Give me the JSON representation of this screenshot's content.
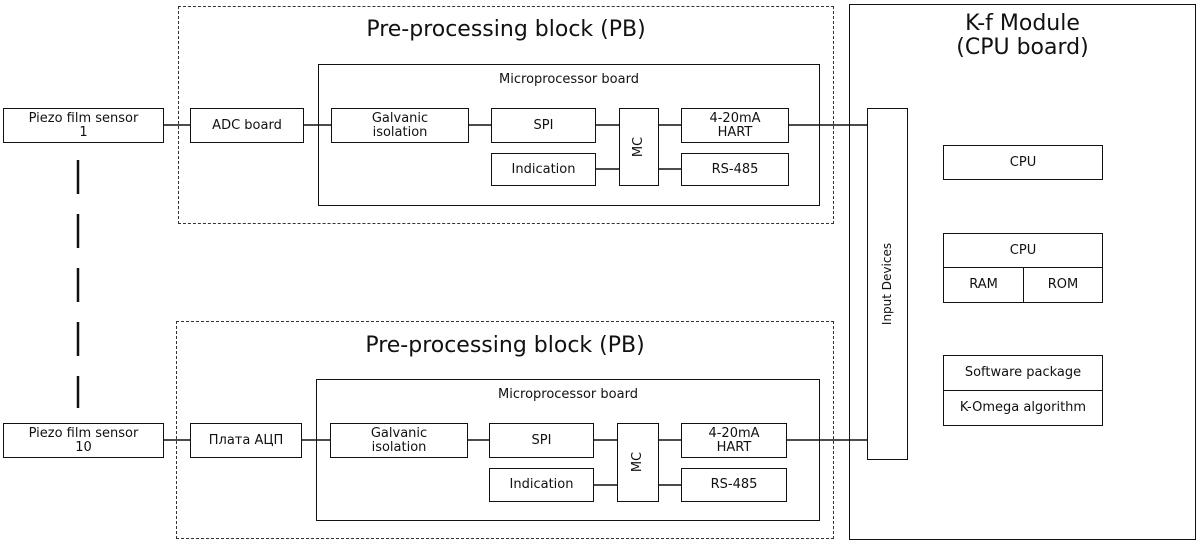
{
  "sensors": {
    "top": "Piezo film sensor\n1",
    "bottom": "Piezo film sensor\n10"
  },
  "pb_top": {
    "title": "Pre-processing block (PB)",
    "adc": "ADC board",
    "micro_title": "Microprocessor board",
    "galvanic": "Galvanic\nisolation",
    "spi": "SPI",
    "indication": "Indication",
    "mc": "MC",
    "hart": "4-20mA\nHART",
    "rs485": "RS-485"
  },
  "pb_bottom": {
    "title": "Pre-processing block (PB)",
    "adc": "Плата АЦП",
    "micro_title": "Microprocessor board",
    "galvanic": "Galvanic\nisolation",
    "spi": "SPI",
    "indication": "Indication",
    "mc": "MC",
    "hart": "4-20mA\nHART",
    "rs485": "RS-485"
  },
  "kf_module": {
    "title": "K-f Module\n(CPU board)",
    "input_devices": "Input Devices",
    "cpu1": "CPU",
    "cpu2": "CPU",
    "ram": "RAM",
    "rom": "ROM",
    "software": "Software package",
    "algorithm": "K-Omega algorithm"
  }
}
